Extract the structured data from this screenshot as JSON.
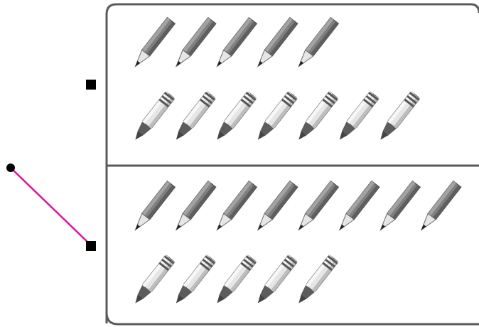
{
  "activity": {
    "type": "matching",
    "connector_color": "#e0129a",
    "connection": {
      "from": "left-dot",
      "to": "answer-box-bottom"
    }
  },
  "panels": [
    {
      "name": "top",
      "items": [
        {
          "kind": "pencil",
          "count": 5
        },
        {
          "kind": "crayon",
          "count": 7
        }
      ]
    },
    {
      "name": "bottom",
      "items": [
        {
          "kind": "pencil",
          "count": 8
        },
        {
          "kind": "crayon",
          "count": 5
        }
      ]
    }
  ],
  "icons": {
    "pencil": "pencil-icon",
    "crayon": "crayon-icon"
  },
  "colors": {
    "border": "#5a5a5a",
    "pencil_body": "#7a7a7a",
    "crayon_body": "#e4e4e4",
    "crayon_tip": "#555555"
  }
}
